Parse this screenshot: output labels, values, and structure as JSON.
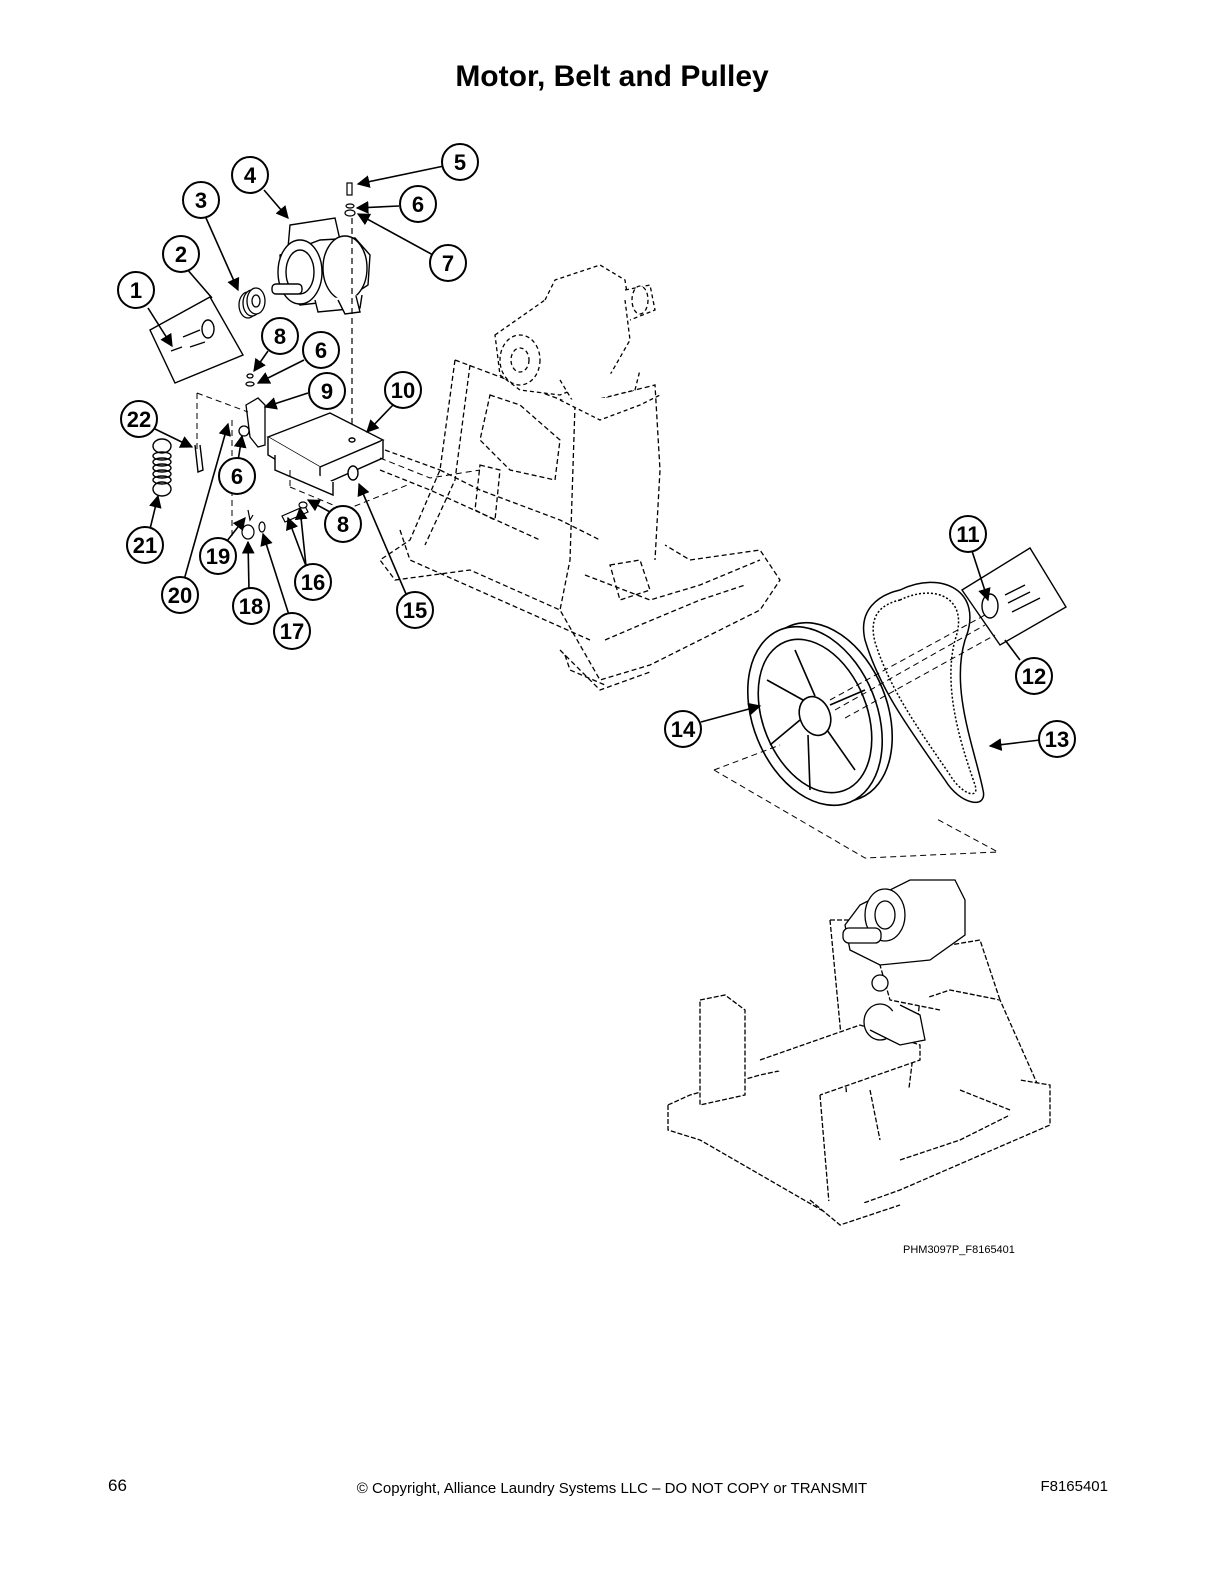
{
  "title": "Motor, Belt and Pulley",
  "drawing_code": "PHM3097P_F8165401",
  "footer": {
    "page_number": "66",
    "copyright": "© Copyright, Alliance Laundry Systems LLC – DO NOT COPY or TRANSMIT",
    "doc_number": "F8165401"
  },
  "callouts": [
    {
      "label": "1"
    },
    {
      "label": "2"
    },
    {
      "label": "3"
    },
    {
      "label": "4"
    },
    {
      "label": "5"
    },
    {
      "label": "6"
    },
    {
      "label": "7"
    },
    {
      "label": "8"
    },
    {
      "label": "6"
    },
    {
      "label": "9"
    },
    {
      "label": "10"
    },
    {
      "label": "22"
    },
    {
      "label": "6"
    },
    {
      "label": "21"
    },
    {
      "label": "19"
    },
    {
      "label": "8"
    },
    {
      "label": "16"
    },
    {
      "label": "20"
    },
    {
      "label": "18"
    },
    {
      "label": "17"
    },
    {
      "label": "15"
    },
    {
      "label": "11"
    },
    {
      "label": "12"
    },
    {
      "label": "14"
    },
    {
      "label": "13"
    }
  ]
}
